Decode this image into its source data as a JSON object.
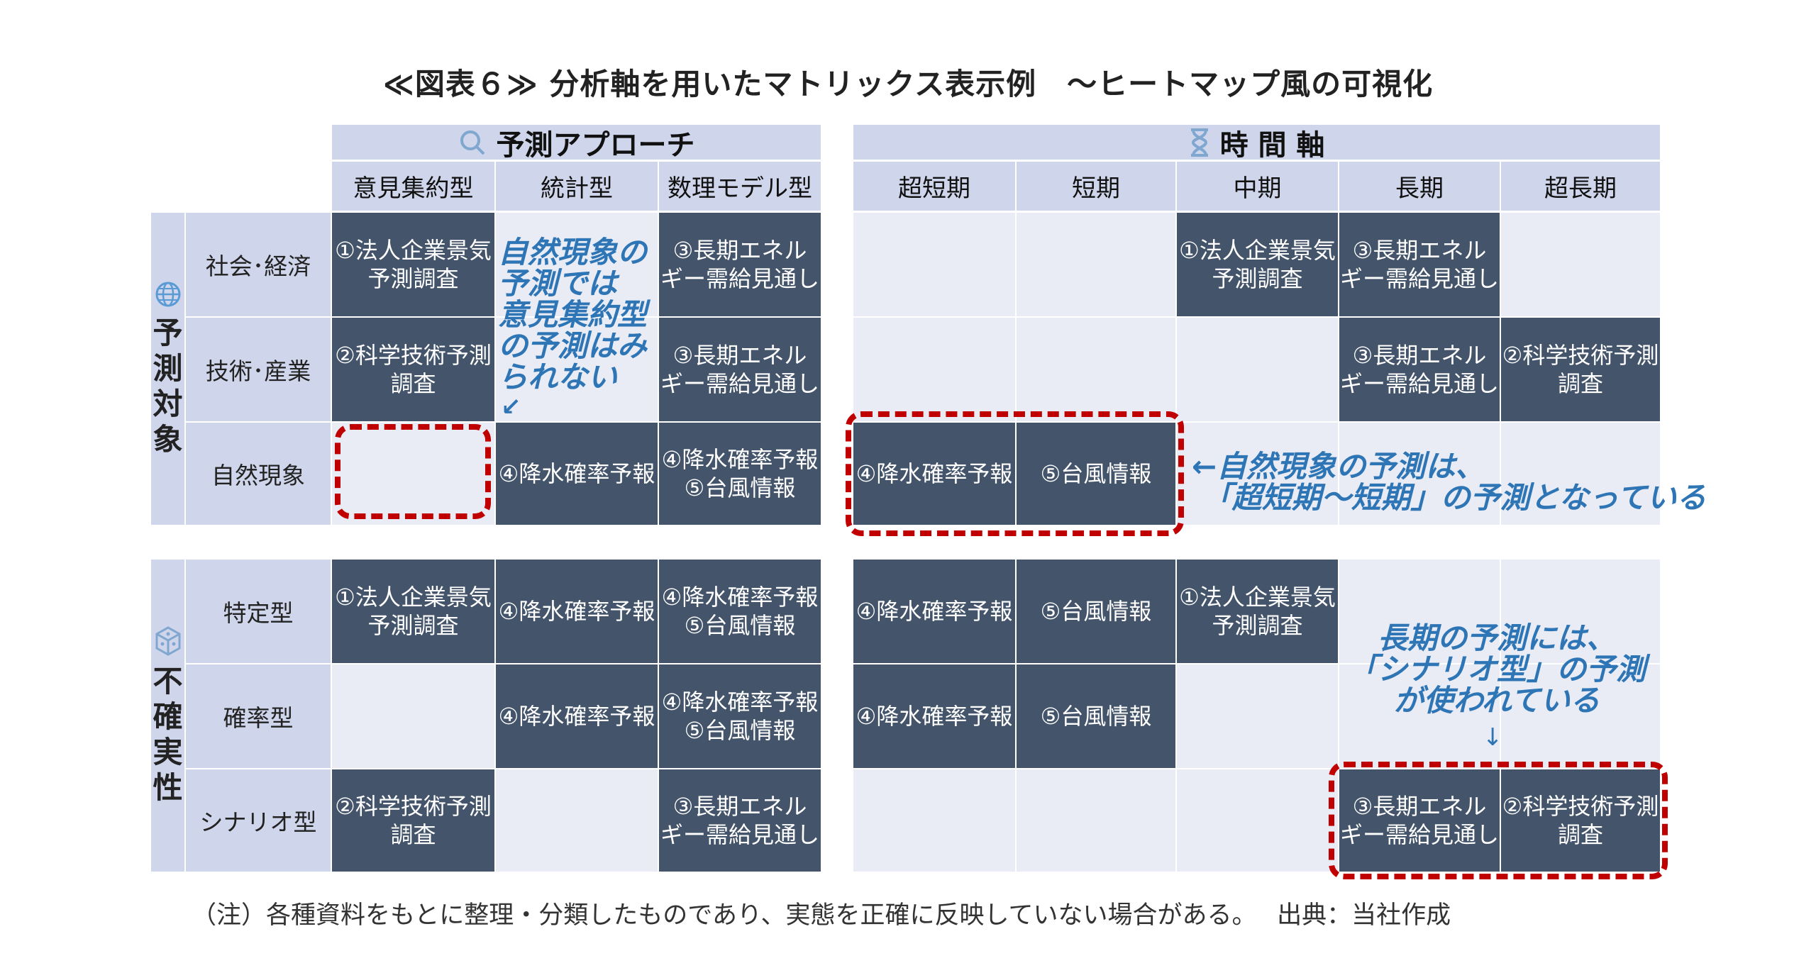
{
  "title": "≪図表６≫ 分析軸を用いたマトリックス表示例　～ヒートマップ風の可視化",
  "approach": {
    "label": "予測アプローチ",
    "icon": "search-icon",
    "columns": [
      "意見集約型",
      "統計型",
      "数理モデル型"
    ]
  },
  "time_axis": {
    "label": "時 間 軸",
    "icon": "hourglass-icon",
    "columns": [
      "超短期",
      "短期",
      "中期",
      "長期",
      "超長期"
    ]
  },
  "target": {
    "label": "予\n測\n対\n象",
    "icon": "globe-icon",
    "rows": [
      "社会･経済",
      "技術･産業",
      "自然現象"
    ]
  },
  "uncertainty": {
    "label": "不\n確\n実\n性",
    "icon": "cube-icon",
    "rows": [
      "特定型",
      "確率型",
      "シナリオ型"
    ]
  },
  "matrices": {
    "target_approach": [
      [
        "①法人企業景気\n予測調査",
        "",
        "③長期エネル\nギー需給見通し"
      ],
      [
        "②科学技術予測\n調査",
        "",
        "③長期エネル\nギー需給見通し"
      ],
      [
        "",
        "④降水確率予報",
        "④降水確率予報\n⑤台風情報"
      ]
    ],
    "target_time": [
      [
        "",
        "",
        "①法人企業景気\n予測調査",
        "③長期エネル\nギー需給見通し",
        ""
      ],
      [
        "",
        "",
        "",
        "③長期エネル\nギー需給見通し",
        "②科学技術予測\n調査"
      ],
      [
        "④降水確率予報",
        "⑤台風情報",
        "",
        "",
        ""
      ]
    ],
    "uncertainty_approach": [
      [
        "①法人企業景気\n予測調査",
        "④降水確率予報",
        "④降水確率予報\n⑤台風情報"
      ],
      [
        "",
        "④降水確率予報",
        "④降水確率予報\n⑤台風情報"
      ],
      [
        "②科学技術予測\n調査",
        "",
        "③長期エネル\nギー需給見通し"
      ]
    ],
    "uncertainty_time": [
      [
        "④降水確率予報",
        "⑤台風情報",
        "①法人企業景気\n予測調査",
        "",
        ""
      ],
      [
        "④降水確率予報",
        "⑤台風情報",
        "",
        "",
        ""
      ],
      [
        "",
        "",
        "",
        "③長期エネル\nギー需給見通し",
        "②科学技術予測\n調査"
      ]
    ]
  },
  "annotations": {
    "no_opinion": "自然現象の\n予測では\n意見集約型\nの予測はみ\nられない",
    "no_opinion_arrow": "↙",
    "natural_short": "←自然現象の予測は、\n 「超短期～短期」の予測となっている",
    "long_scenario": "長期の予測には、\n「シナリオ型」の予測\nが使われている",
    "long_scenario_arrow": "↓"
  },
  "colors": {
    "dark_cell": "#44546A",
    "light_cell": "#E9EBF5",
    "header": "#CFD5EA",
    "annotation": "#2E75B6",
    "highlight": "#C00000"
  },
  "footer": "（注）各種資料をもとに整理・分類したものであり、実態を正確に反映していない場合がある。　 出典：当社作成"
}
